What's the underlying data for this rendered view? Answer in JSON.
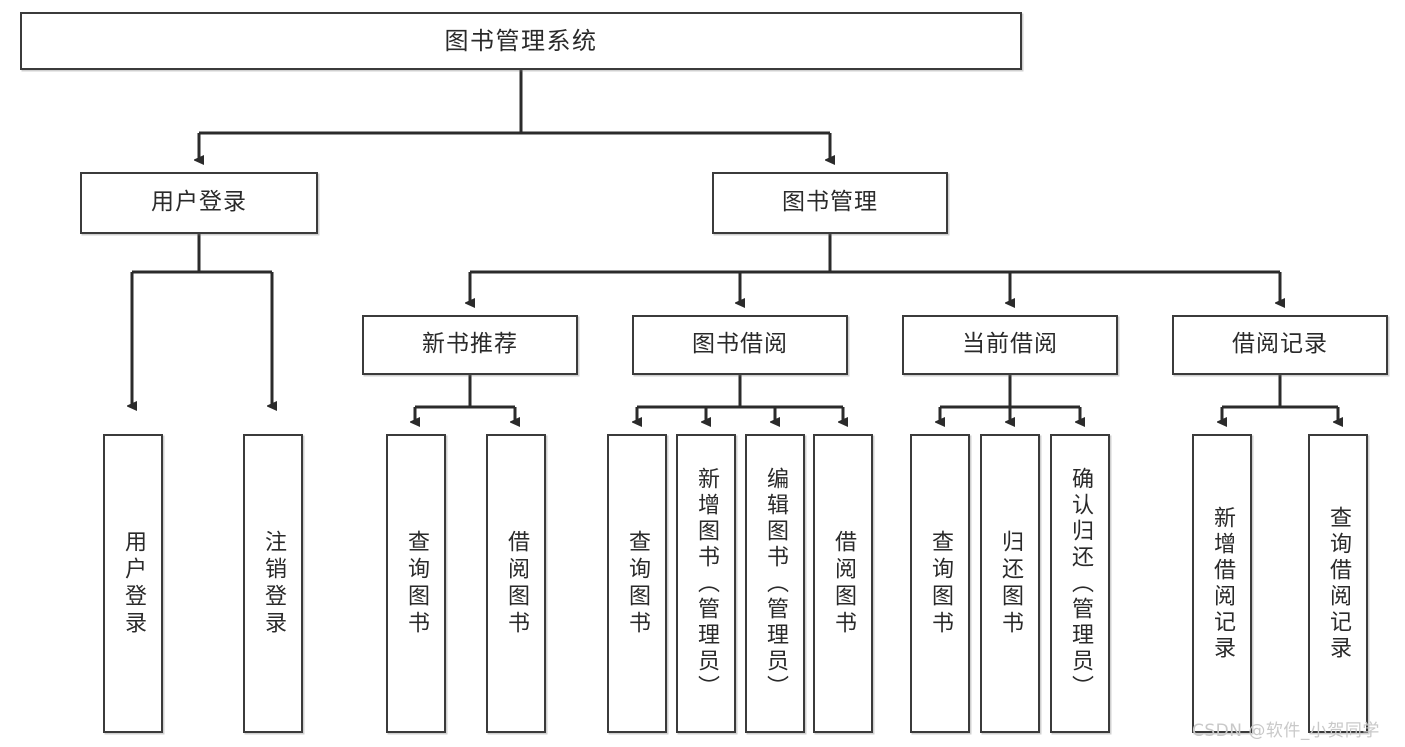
{
  "diagram": {
    "title": "图书管理系统",
    "type": "tree-hierarchy-diagram",
    "watermark": "CSDN @软件_小贺同学",
    "colors": {
      "box_border": "#3b3b3b",
      "box_fill": "#ffffff",
      "connector": "#2b2b2b",
      "text": "#2a2a2a",
      "watermark": "#c9c9c9",
      "background": "#ffffff"
    },
    "nodes": {
      "root": {
        "label": "图书管理系统"
      },
      "level2": [
        {
          "id": "user-login",
          "label": "用户登录"
        },
        {
          "id": "book-manage",
          "label": "图书管理"
        }
      ],
      "level3": [
        {
          "id": "new-book-recommend",
          "label": "新书推荐"
        },
        {
          "id": "book-borrow",
          "label": "图书借阅"
        },
        {
          "id": "current-borrow",
          "label": "当前借阅"
        },
        {
          "id": "borrow-record",
          "label": "借阅记录"
        }
      ],
      "leaves": {
        "user-login": [
          {
            "id": "leaf-user-login",
            "label": "用户登录"
          },
          {
            "id": "leaf-logout-login",
            "label": "注销登录"
          }
        ],
        "new-book-recommend": [
          {
            "id": "leaf-query-book-1",
            "label": "查询图书"
          },
          {
            "id": "leaf-borrow-book-1",
            "label": "借阅图书"
          }
        ],
        "book-borrow": [
          {
            "id": "leaf-query-book-2",
            "label": "查询图书"
          },
          {
            "id": "leaf-add-book",
            "label": "新增图书（管理员）"
          },
          {
            "id": "leaf-edit-book",
            "label": "编辑图书（管理员）"
          },
          {
            "id": "leaf-borrow-book-2",
            "label": "借阅图书"
          }
        ],
        "current-borrow": [
          {
            "id": "leaf-query-book-3",
            "label": "查询图书"
          },
          {
            "id": "leaf-return-book",
            "label": "归还图书"
          },
          {
            "id": "leaf-confirm-return",
            "label": "确认归还（管理员）"
          }
        ],
        "borrow-record": [
          {
            "id": "leaf-add-record",
            "label": "新增借阅记录"
          },
          {
            "id": "leaf-query-record",
            "label": "查询借阅记录"
          }
        ]
      }
    }
  }
}
